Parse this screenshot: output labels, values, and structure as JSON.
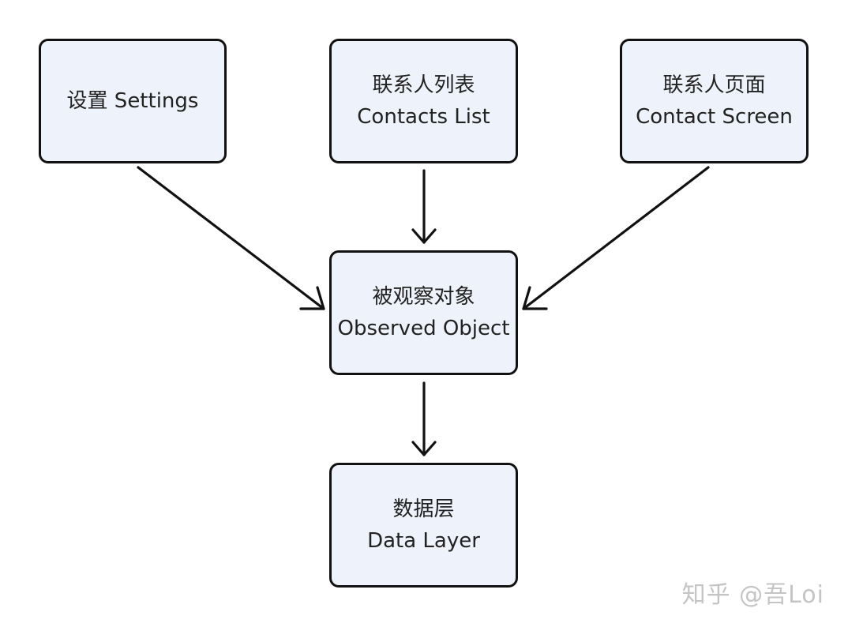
{
  "nodes": {
    "settings": {
      "line1": "设置 Settings"
    },
    "contacts_list": {
      "line1": "联系人列表",
      "line2": "Contacts List"
    },
    "contact_screen": {
      "line1": "联系人页面",
      "line2": "Contact Screen"
    },
    "observed_object": {
      "line1": "被观察对象",
      "line2": "Observed Object"
    },
    "data_layer": {
      "line1": "数据层",
      "line2": "Data Layer"
    }
  },
  "edges": [
    {
      "from": "settings",
      "to": "observed_object"
    },
    {
      "from": "contacts_list",
      "to": "observed_object"
    },
    {
      "from": "contact_screen",
      "to": "observed_object"
    },
    {
      "from": "observed_object",
      "to": "data_layer"
    }
  ],
  "watermark": "知乎 @吾Loi",
  "colors": {
    "node_fill": "#eef2fa",
    "node_border": "#111111",
    "arrow": "#111111",
    "watermark": "#c4c4c4"
  }
}
